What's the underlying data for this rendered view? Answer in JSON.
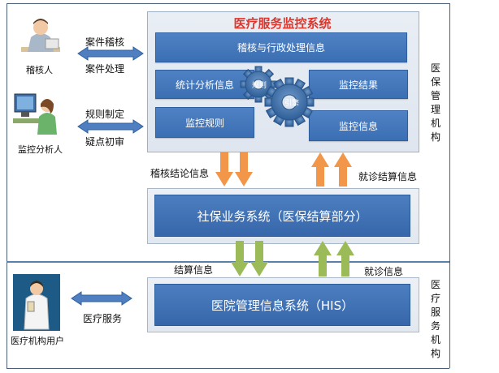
{
  "monitor_system": {
    "title": "医疗服务监控系统",
    "box_audit": "稽核与行政处理信息",
    "box_stats": "统计分析信息",
    "box_result": "监控结果",
    "box_rules": "监控规则",
    "box_info": "监控信息",
    "gear_rules": "规则",
    "gear_engine": "引擎"
  },
  "social_system": {
    "label": "社保业务系统（医保结算部分）"
  },
  "his_system": {
    "label": "医院管理信息系统（HIS）"
  },
  "actors": {
    "auditor": {
      "name": "稽核人",
      "flow_top": "案件稽核",
      "flow_bottom": "案件处理"
    },
    "analyst": {
      "name": "监控分析人",
      "flow_top": "规则制定",
      "flow_bottom": "疑点初审"
    },
    "hospital_user": {
      "name": "医疗机构用户",
      "flow": "医疗服务"
    }
  },
  "flows": {
    "audit_conclusion": "稽核结论信息",
    "visit_settlement": "就诊结算信息",
    "settlement": "结算信息",
    "visit": "就诊信息"
  },
  "zones": {
    "insurance_org": "医保管理机构",
    "medical_org": "医疗服务机构"
  },
  "colors": {
    "box_blue": "#4a7cc0",
    "title_red": "#e0352b",
    "orange_arrow": "#f2964a",
    "green_arrow": "#9bbb59"
  }
}
